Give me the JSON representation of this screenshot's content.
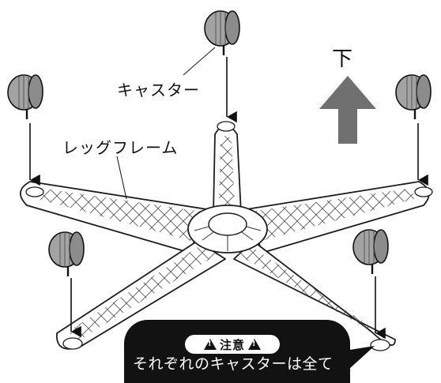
{
  "labels": {
    "caster": "キャスター",
    "leg_frame": "レッグフレーム",
    "down": "下"
  },
  "caution": {
    "title": "注意",
    "text": "それぞれのキャスターは全て"
  },
  "icons": [
    "caster-wheel-icon",
    "arrow-up-icon",
    "warning-triangle-icon"
  ],
  "colors": {
    "caster_fill": "#9a9a9a",
    "arrow_fill": "#707070",
    "caution_bg": "#121212",
    "frame_stroke": "#222222"
  }
}
